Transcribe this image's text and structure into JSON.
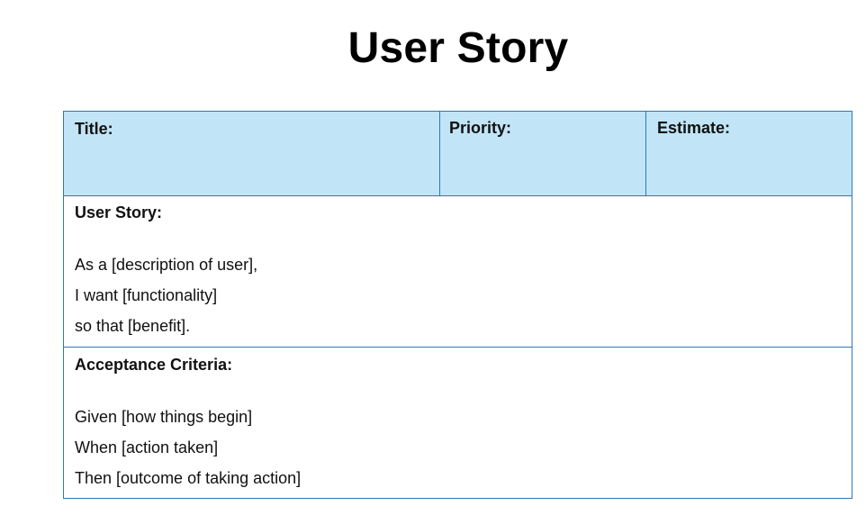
{
  "page": {
    "title": "User Story"
  },
  "card": {
    "header": {
      "title_label": "Title:",
      "priority_label": "Priority:",
      "estimate_label": "Estimate:"
    },
    "user_story": {
      "heading": "User Story:",
      "lines": [
        "As a [description of user],",
        "I want [functionality]",
        "so that [benefit]."
      ]
    },
    "acceptance_criteria": {
      "heading": "Acceptance Criteria:",
      "lines": [
        "Given [how things begin]",
        "When [action taken]",
        "Then [outcome of taking action]"
      ]
    }
  },
  "colors": {
    "header_fill": "#c1e5f6",
    "border": "#2f78b7",
    "text": "#111111"
  }
}
